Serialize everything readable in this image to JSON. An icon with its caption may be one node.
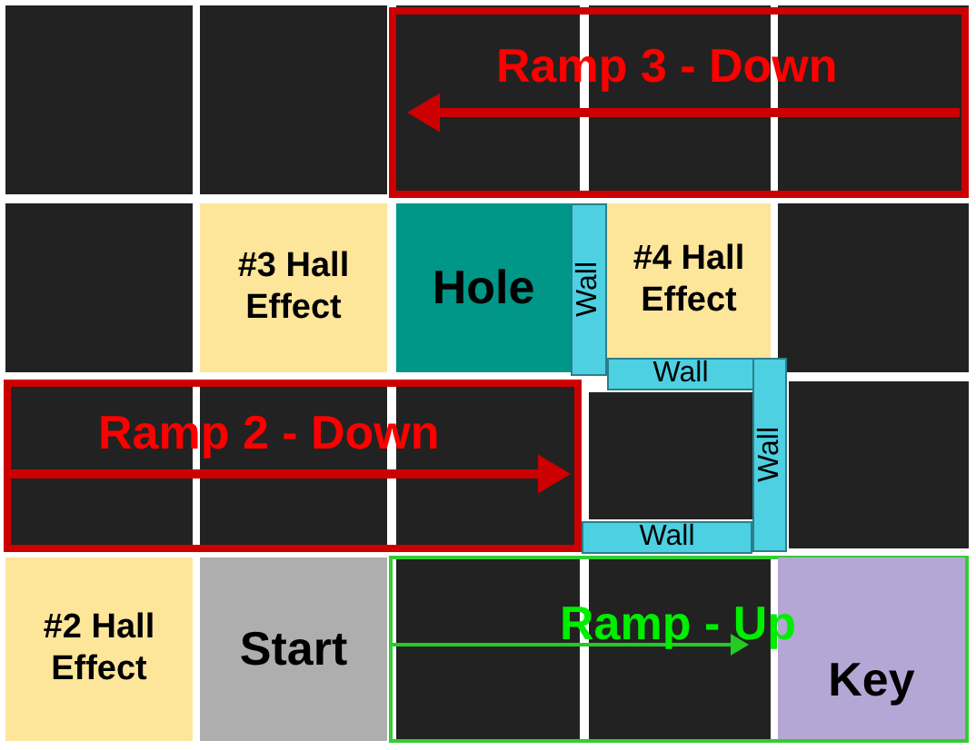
{
  "diagram": {
    "nodes": [
      {
        "text": [
          "Ramp 3 - Down"
        ]
      },
      {
        "text": [
          "#3 Hall Effect"
        ]
      },
      {
        "text": [
          "Hole"
        ]
      },
      {
        "text": [
          "#4 Hall Effect"
        ]
      },
      {
        "text": [
          "Ramp 2 - Down"
        ]
      },
      {
        "text": [
          "Ramp - Up"
        ]
      },
      {
        "text": [
          "#2 Hall Effect"
        ]
      },
      {
        "text": [
          "Start"
        ]
      },
      {
        "text": [
          "Key"
        ],
        "in": 5
      },
      {
        "text": [
          "Wall"
        ]
      },
      {
        "text": [
          "Wall"
        ]
      },
      {
        "text": [
          "Wall"
        ]
      },
      {
        "text": [
          "Wall"
        ]
      }
    ],
    "edges": []
  }
}
